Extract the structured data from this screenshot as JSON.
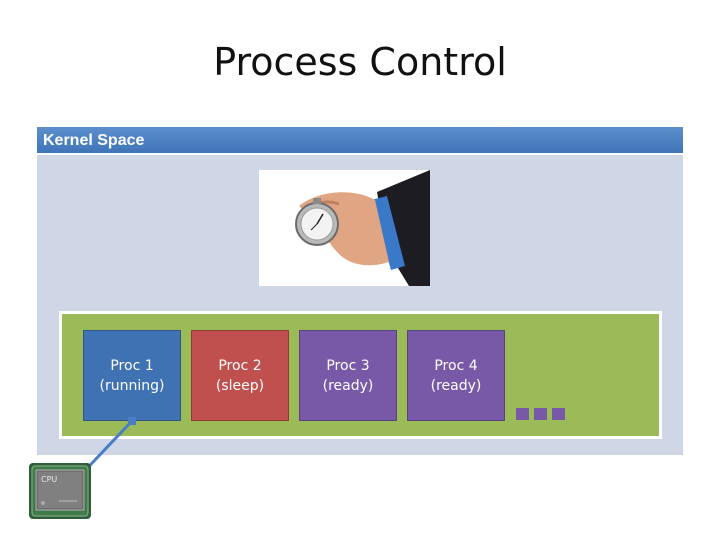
{
  "title": "Process Control",
  "kernel": {
    "label": "Kernel Space"
  },
  "processes": [
    {
      "name": "Proc 1",
      "state": "(running)"
    },
    {
      "name": "Proc 2",
      "state": "(sleep)"
    },
    {
      "name": "Proc 3",
      "state": "(ready)"
    },
    {
      "name": "Proc 4",
      "state": "(ready)"
    }
  ],
  "cpu": {
    "label": "CPU"
  },
  "colors": {
    "kernel_header": "#3f74b8",
    "kernel_body": "#cfd6e6",
    "process_area": "#9bbb59",
    "running": "#3f72b2",
    "sleep": "#c0504d",
    "ready": "#7859a8"
  },
  "icons": {
    "image": "stopwatch-in-hand-image",
    "chip": "cpu-chip-icon"
  }
}
